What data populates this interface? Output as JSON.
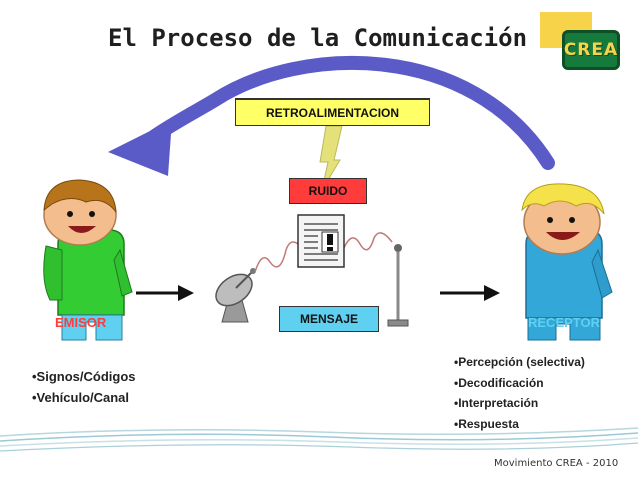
{
  "title": "El Proceso de la Comunicación",
  "logo": {
    "text": "CREA",
    "colors": {
      "square": "#f7d34a",
      "badge": "#157a3c"
    }
  },
  "boxes": {
    "feedback": {
      "label": "RETROALIMENTACION",
      "color": "#ffff66"
    },
    "noise": {
      "label": "RUIDO",
      "color": "#ff3b3b"
    },
    "message": {
      "label": "MENSAJE",
      "color": "#5fd0f0"
    }
  },
  "nodes": {
    "sender": {
      "label": "EMISOR",
      "color": "#ff3b3b"
    },
    "receiver": {
      "label": "RECEPTOR",
      "color": "#5fd0f0"
    }
  },
  "sender_items": [
    "•Signos/Códigos",
    "•Vehículo/Canal"
  ],
  "receiver_items": [
    "•Percepción (selectiva)",
    "•Decodificación",
    "•Interpretación",
    "•Respuesta"
  ],
  "footer": "Movimiento CREA - 2010",
  "icons": [
    "satellite-dish-icon",
    "document-alert-icon",
    "antenna-icon",
    "feedback-arrow-icon"
  ]
}
